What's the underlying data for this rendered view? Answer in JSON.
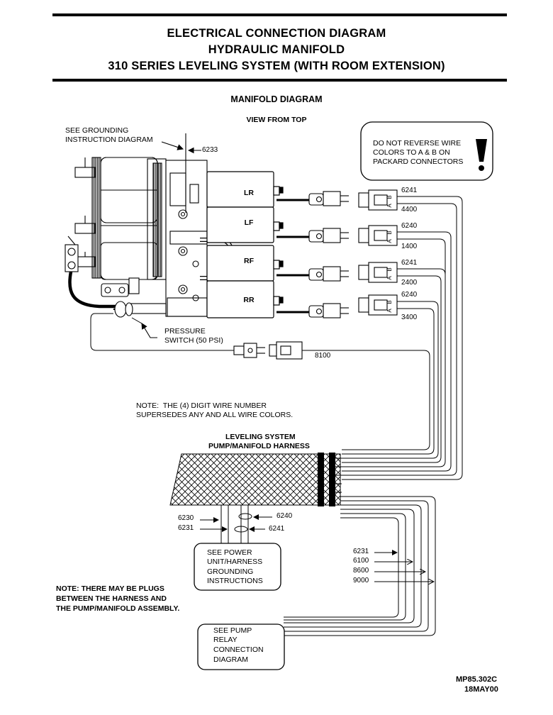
{
  "header": {
    "line1": "ELECTRICAL CONNECTION DIAGRAM",
    "line2": "HYDRAULIC MANIFOLD",
    "line3": "310 SERIES LEVELING SYSTEM (WITH ROOM EXTENSION)"
  },
  "section": {
    "title": "MANIFOLD DIAGRAM",
    "view": "VIEW FROM TOP"
  },
  "callouts": {
    "grounding_line1": "SEE GROUNDING",
    "grounding_line2": "INSTRUCTION DIAGRAM",
    "warning_line1": "DO NOT REVERSE WIRE",
    "warning_line2": "COLORS TO A & B ON",
    "warning_line3": "PACKARD CONNECTORS",
    "pressure_line1": "PRESSURE",
    "pressure_line2": "SWITCH (50 PSI)",
    "note_wire_line1": "NOTE:  THE (4) DIGIT WIRE NUMBER",
    "note_wire_line2": "SUPERSEDES ANY AND ALL WIRE COLORS.",
    "harness_line1": "LEVELING SYSTEM",
    "harness_line2": "PUMP/MANIFOLD HARNESS",
    "power_line1": "SEE POWER",
    "power_line2": "UNIT/HARNESS",
    "power_line3": "GROUNDING",
    "power_line4": "INSTRUCTIONS",
    "plugs_line1": "NOTE: THERE MAY BE PLUGS",
    "plugs_line2": "BETWEEN THE HARNESS AND",
    "plugs_line3": "THE PUMP/MANIFOLD ASSEMBLY.",
    "relay_line1": "SEE PUMP",
    "relay_line2": "RELAY",
    "relay_line3": "CONNECTION",
    "relay_line4": "DIAGRAM"
  },
  "valves": {
    "lr": "LR",
    "lf": "LF",
    "rf": "RF",
    "rr": "RR"
  },
  "connector_pins": {
    "b": "B",
    "a": "A"
  },
  "wires": {
    "ground": "6233",
    "lr_top": "6241",
    "lr_bottom": "4400",
    "lf_top": "6240",
    "lf_bottom": "1400",
    "rf_top": "6241",
    "rf_bottom": "2400",
    "rr_top": "6240",
    "rr_bottom": "3400",
    "pressure": "8100",
    "p6230": "6230",
    "p6231": "6231",
    "p6240": "6240",
    "p6241": "6241",
    "r6231": "6231",
    "r6100": "6100",
    "r8600": "8600",
    "r9000": "9000"
  },
  "footer": {
    "doc": "MP85.302C",
    "date": "18MAY00"
  }
}
